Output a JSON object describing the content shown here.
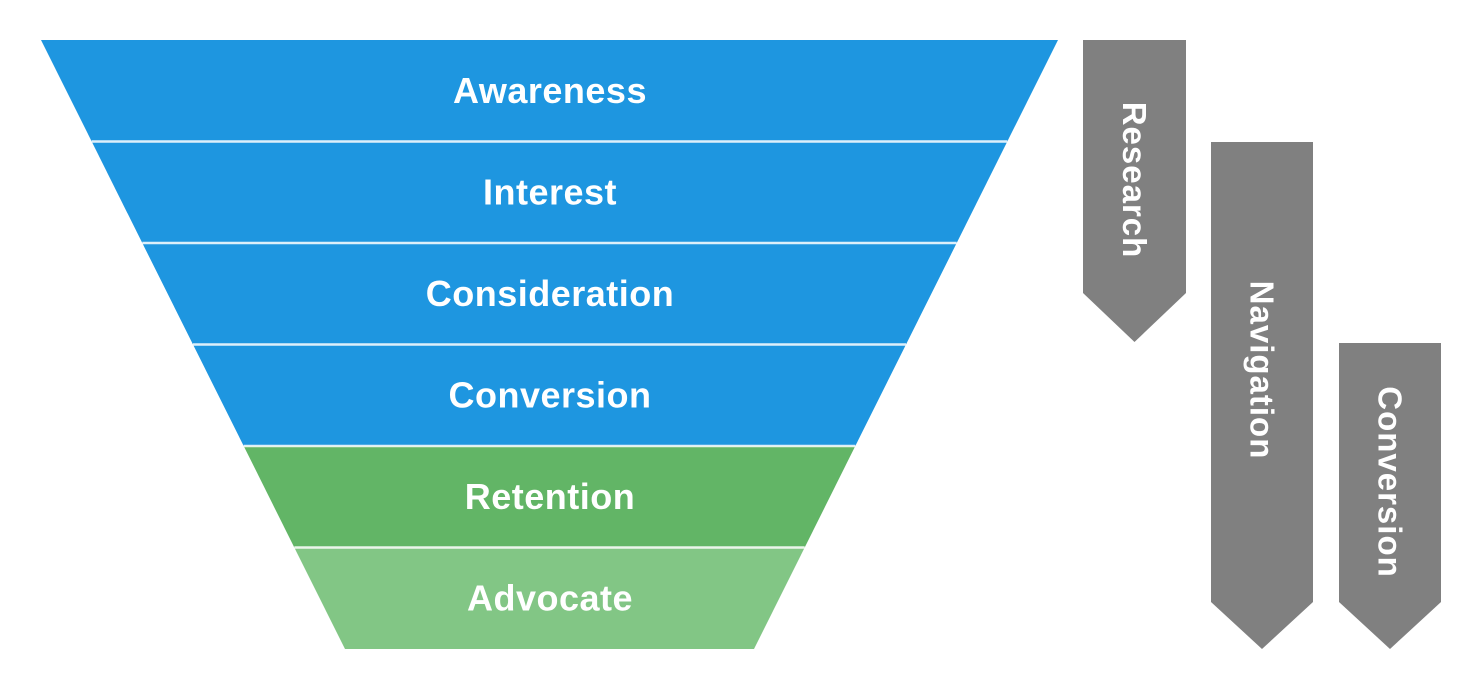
{
  "diagram": {
    "type": "marketing-funnel",
    "background": "#ffffff"
  },
  "funnel": {
    "stages": [
      {
        "label": "Awareness",
        "color": "#1E96E0"
      },
      {
        "label": "Interest",
        "color": "#1E96E0"
      },
      {
        "label": "Consideration",
        "color": "#1E96E0"
      },
      {
        "label": "Conversion",
        "color": "#1E96E0"
      },
      {
        "label": "Retention",
        "color": "#62B566"
      },
      {
        "label": "Advocate",
        "color": "#82C685"
      }
    ]
  },
  "arrows": [
    {
      "label": "Research",
      "color": "#808080"
    },
    {
      "label": "Navigation",
      "color": "#808080"
    },
    {
      "label": "Conversion",
      "color": "#808080"
    }
  ],
  "colors": {
    "separator": "#FFFFFF",
    "label_text": "#FFFFFF"
  }
}
